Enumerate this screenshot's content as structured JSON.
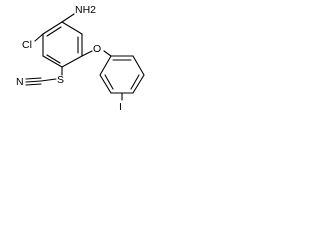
{
  "molecule": {
    "atoms": {
      "amine": "NH2",
      "chlorine": "Cl",
      "sulfur": "S",
      "nitrogen": "N",
      "oxygen": "O",
      "iodine": "I"
    }
  },
  "colors": {
    "background": "#ffffff",
    "bond": "#000000",
    "text": "#000000"
  }
}
